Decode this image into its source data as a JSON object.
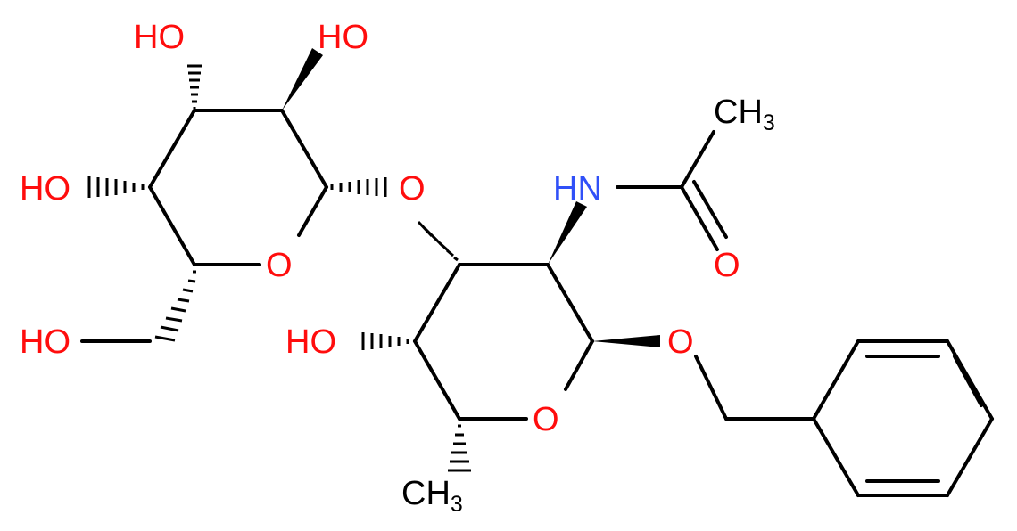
{
  "colors": {
    "oxygen": "#ff0d0d",
    "nitrogen": "#3050f8",
    "carbon": "#000000",
    "background": "#ffffff"
  },
  "atoms": {
    "oh_top_left": "HO",
    "oh_top_right": "HO",
    "ho_left": "HO",
    "o_glycosidic": "O",
    "o_ring_left": "O",
    "ho_ch2oh": "HO",
    "ho_mid": "HO",
    "o_ring_right": "O",
    "o_benzyl": "O",
    "nh": "HN",
    "o_carbonyl": "O",
    "ch3_acetyl": "CH",
    "ch3_acetyl_sub": "3",
    "ch3_bottom": "CH",
    "ch3_bottom_sub": "3"
  }
}
